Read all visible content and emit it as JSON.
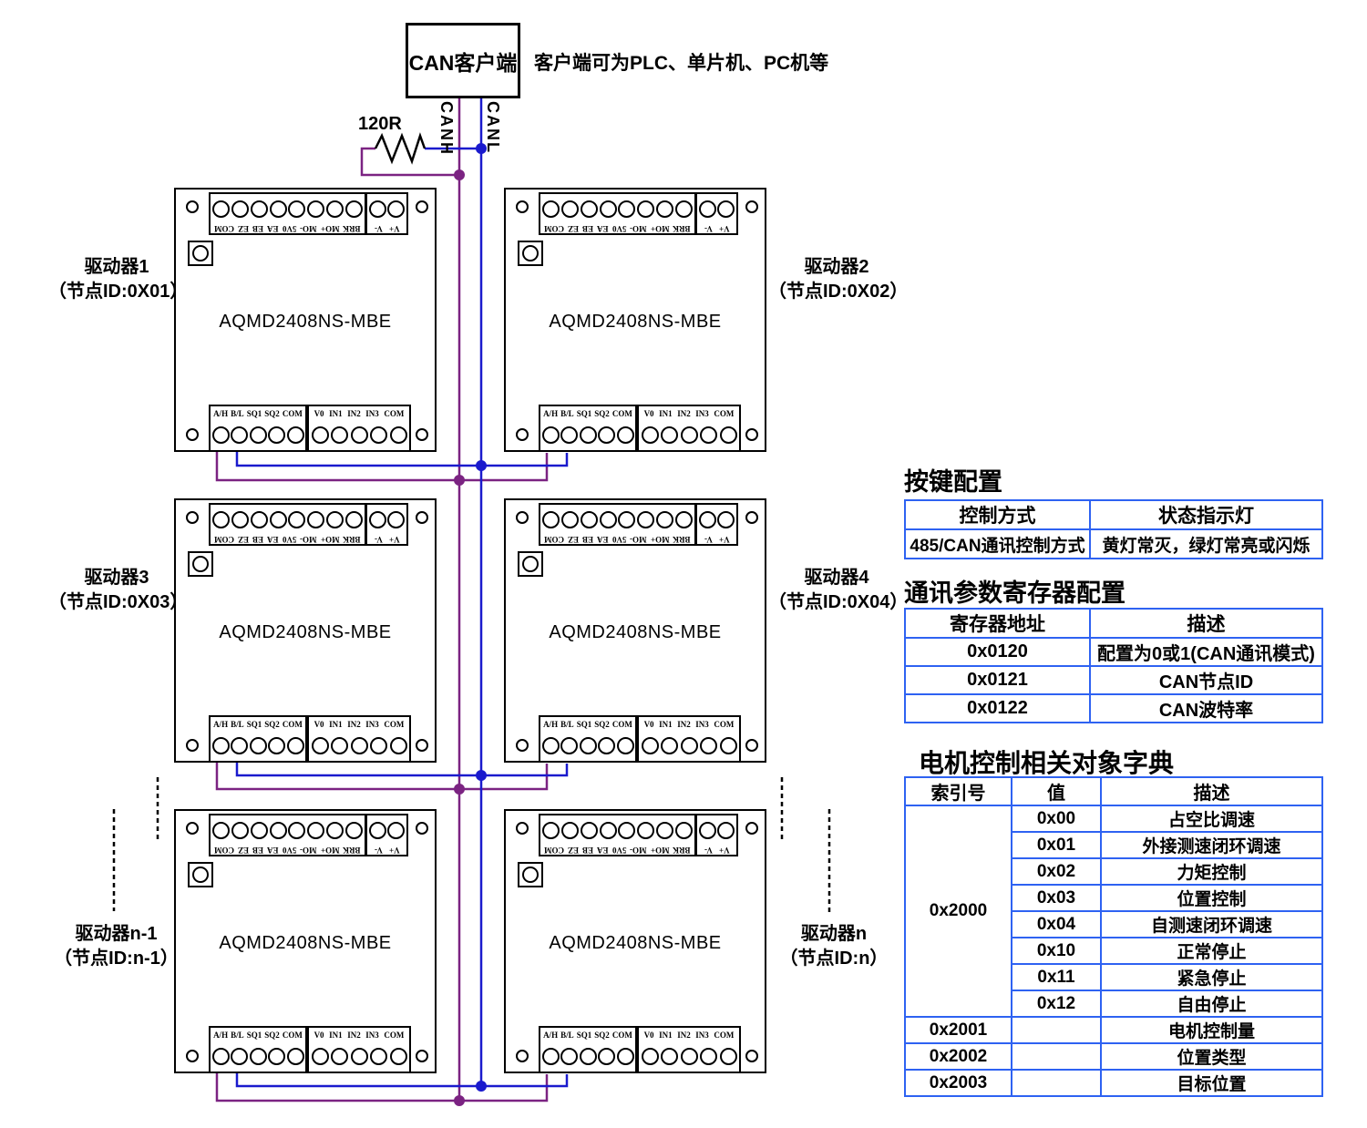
{
  "colors": {
    "canh_wire": "#7b2382",
    "canl_wire": "#1a1acd",
    "table_border": "#2e62f2",
    "line_black": "#000000"
  },
  "client": {
    "label": "CAN客户端",
    "note": "客户端可为PLC、单片机、PC机等",
    "canh_label": "CANH",
    "canl_label": "CANL",
    "resistor_label": "120R"
  },
  "board": {
    "model": "AQMD2408NS-MBE",
    "top_terminals": [
      "COM",
      "EZ",
      "EB",
      "EA",
      "5V0",
      "MO-",
      "MO+",
      "BRK"
    ],
    "power_terminals": [
      "V-",
      "V+"
    ],
    "bottom_left_terminals": [
      "A/H",
      "B/L",
      "SQ1",
      "SQ2",
      "COM"
    ],
    "bottom_right_terminals": [
      "V0",
      "IN1",
      "IN2",
      "IN3",
      "COM"
    ]
  },
  "drivers": [
    {
      "name": "驱动器1",
      "node": "（节点ID:0X01）"
    },
    {
      "name": "驱动器2",
      "node": "（节点ID:0X02）"
    },
    {
      "name": "驱动器3",
      "node": "（节点ID:0X03）"
    },
    {
      "name": "驱动器4",
      "node": "（节点ID:0X04）"
    },
    {
      "name": "驱动器n-1",
      "node": "（节点ID:n-1）"
    },
    {
      "name": "驱动器n",
      "node": "（节点ID:n）"
    }
  ],
  "tables": {
    "key_config": {
      "title": "按键配置",
      "headers": [
        "控制方式",
        "状态指示灯"
      ],
      "rows": [
        [
          "485/CAN通讯控制方式",
          "黄灯常灭，绿灯常亮或闪烁"
        ]
      ]
    },
    "comm_registers": {
      "title": "通讯参数寄存器配置",
      "headers": [
        "寄存器地址",
        "描述"
      ],
      "rows": [
        [
          "0x0120",
          "配置为0或1(CAN通讯模式)"
        ],
        [
          "0x0121",
          "CAN节点ID"
        ],
        [
          "0x0122",
          "CAN波特率"
        ]
      ]
    },
    "object_dict": {
      "title": "电机控制相关对象字典",
      "headers": [
        "索引号",
        "值",
        "描述"
      ],
      "index_span": "0x2000",
      "sub_rows": [
        [
          "0x00",
          "占空比调速"
        ],
        [
          "0x01",
          "外接测速闭环调速"
        ],
        [
          "0x02",
          "力矩控制"
        ],
        [
          "0x03",
          "位置控制"
        ],
        [
          "0x04",
          "自测速闭环调速"
        ],
        [
          "0x10",
          "正常停止"
        ],
        [
          "0x11",
          "紧急停止"
        ],
        [
          "0x12",
          "自由停止"
        ]
      ],
      "rows": [
        [
          "0x2001",
          "",
          "电机控制量"
        ],
        [
          "0x2002",
          "",
          "位置类型"
        ],
        [
          "0x2003",
          "",
          "目标位置"
        ]
      ]
    }
  }
}
